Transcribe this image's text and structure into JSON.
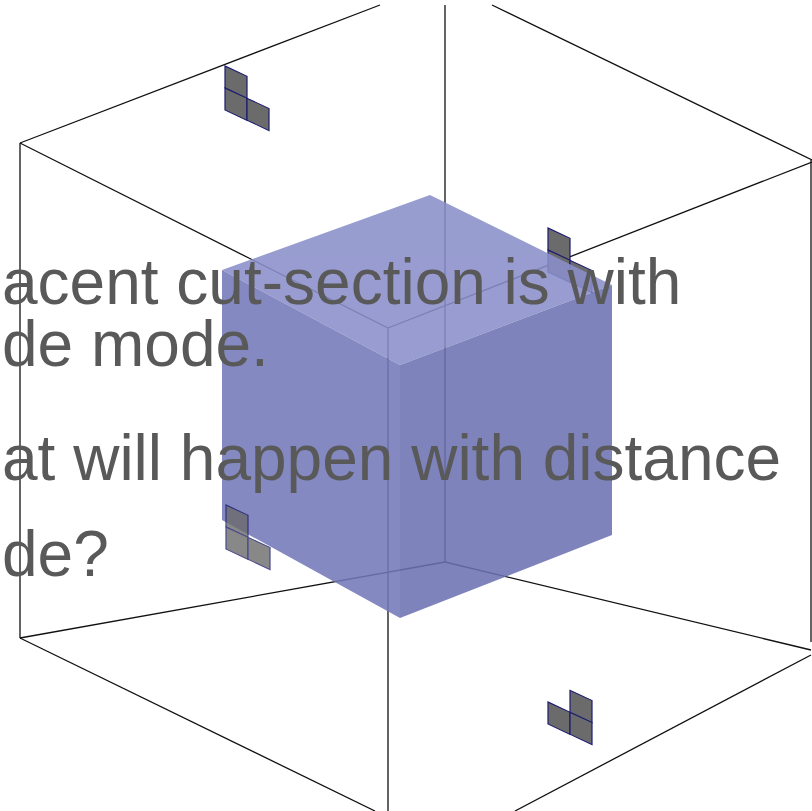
{
  "diagram": {
    "labels": [
      "acent cut-section is with",
      "de mode.",
      "at will happen with distance",
      "de?"
    ]
  }
}
